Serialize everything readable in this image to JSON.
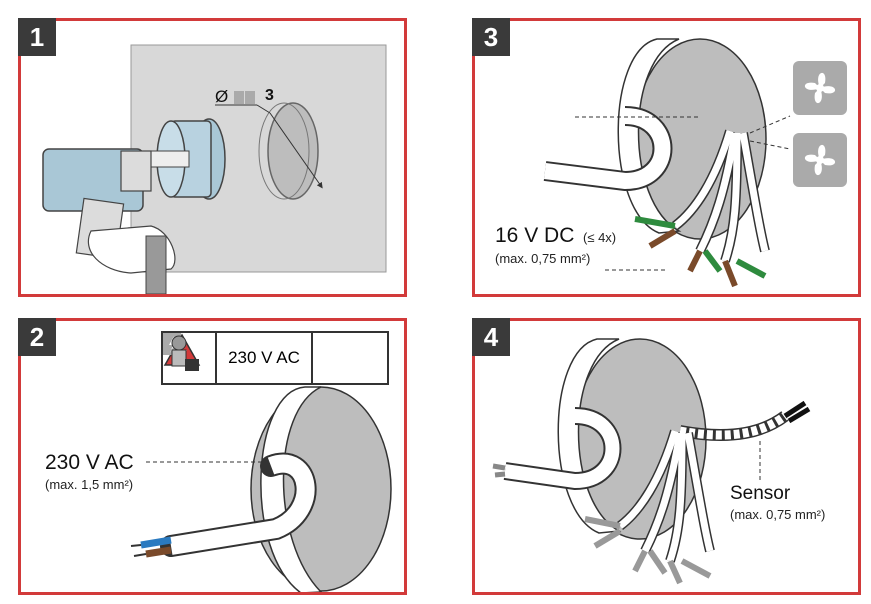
{
  "panels": [
    {
      "step": "1",
      "hole_label": "Ø",
      "book_ref": "3"
    },
    {
      "step": "2",
      "voltage_icon_text": "230 V AC",
      "wire_label": "230 V AC",
      "wire_spec": "(max. 1,5 mm²)"
    },
    {
      "step": "3",
      "wire_label": "16 V DC",
      "wire_count": "(≤ 4x)",
      "wire_spec": "(max. 0,75 mm²)"
    },
    {
      "step": "4",
      "wire_label": "Sensor",
      "wire_spec": "(max. 0,75 mm²)"
    }
  ],
  "icons": {
    "panel1": [
      "drill-icon",
      "hole-saw-icon",
      "book-icon"
    ],
    "panel2": [
      "electric-hazard-icon",
      "lightning-icon",
      "electrician-icon"
    ],
    "panel3": [
      "fan-icon",
      "fan-icon"
    ]
  },
  "colors": {
    "frame": "#d23a3a",
    "badge": "#3a3a3a",
    "wall": "#d8d8d8",
    "green_wire": "#2e8b3e",
    "brown_wire": "#7a4a2a",
    "blue_wire": "#2a7ac0"
  }
}
